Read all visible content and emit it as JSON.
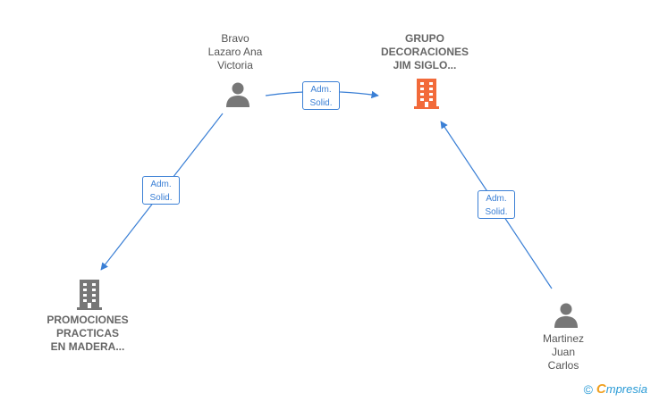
{
  "nodes": {
    "bravo": {
      "lines": [
        "Bravo",
        "Lazaro Ana",
        "Victoria"
      ],
      "type": "person"
    },
    "grupo": {
      "lines": [
        "GRUPO",
        "DECORACIONES",
        "JIM SIGLO..."
      ],
      "type": "company-main"
    },
    "promociones": {
      "lines": [
        "PROMOCIONES",
        "PRACTICAS",
        "EN MADERA..."
      ],
      "type": "company"
    },
    "martinez": {
      "lines": [
        "Martinez",
        "Juan",
        "Carlos"
      ],
      "type": "person"
    }
  },
  "edges": [
    {
      "from": "bravo",
      "to": "grupo",
      "label": [
        "Adm.",
        "Solid."
      ]
    },
    {
      "from": "bravo",
      "to": "promociones",
      "label": [
        "Adm.",
        "Solid."
      ]
    },
    {
      "from": "martinez",
      "to": "grupo",
      "label": [
        "Adm.",
        "Solid."
      ]
    }
  ],
  "brand": {
    "copyright": "©",
    "initial": "C",
    "name": "mpresia"
  },
  "colors": {
    "edge": "#3a7fd5",
    "main_company": "#f26a3a",
    "company": "#777777",
    "person": "#777777"
  }
}
